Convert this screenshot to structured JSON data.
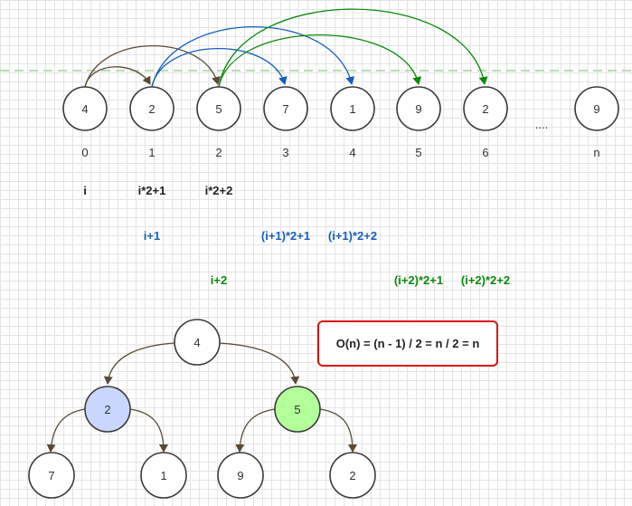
{
  "array": {
    "values": [
      "4",
      "2",
      "5",
      "7",
      "1",
      "9",
      "2",
      "9"
    ],
    "indices": [
      "0",
      "1",
      "2",
      "3",
      "4",
      "5",
      "6",
      "n"
    ],
    "ellipsis": "...."
  },
  "formulas": {
    "row1": [
      "i",
      "i*2+1",
      "i*2+2"
    ],
    "row2": [
      "i+1",
      "(i+1)*2+1",
      "(i+1)*2+2"
    ],
    "row3": [
      "i+2",
      "(i+2)*2+1",
      "(i+2)*2+2"
    ]
  },
  "complexity": "O(n) = (n - 1) / 2 = n / 2 = n",
  "tree": {
    "root": "4",
    "left": "2",
    "right": "5",
    "left_children": [
      "7",
      "1"
    ],
    "right_children": [
      "9",
      "2"
    ]
  },
  "colors": {
    "dark_arrow": "#5a4a35",
    "blue_arrow": "#1560bd",
    "green_arrow": "#0a8a0a",
    "highlight_blue": "#c9d7ff",
    "highlight_green": "#b3ff99",
    "box_border": "#dd1111",
    "dashed_line": "#b8dcb4"
  }
}
